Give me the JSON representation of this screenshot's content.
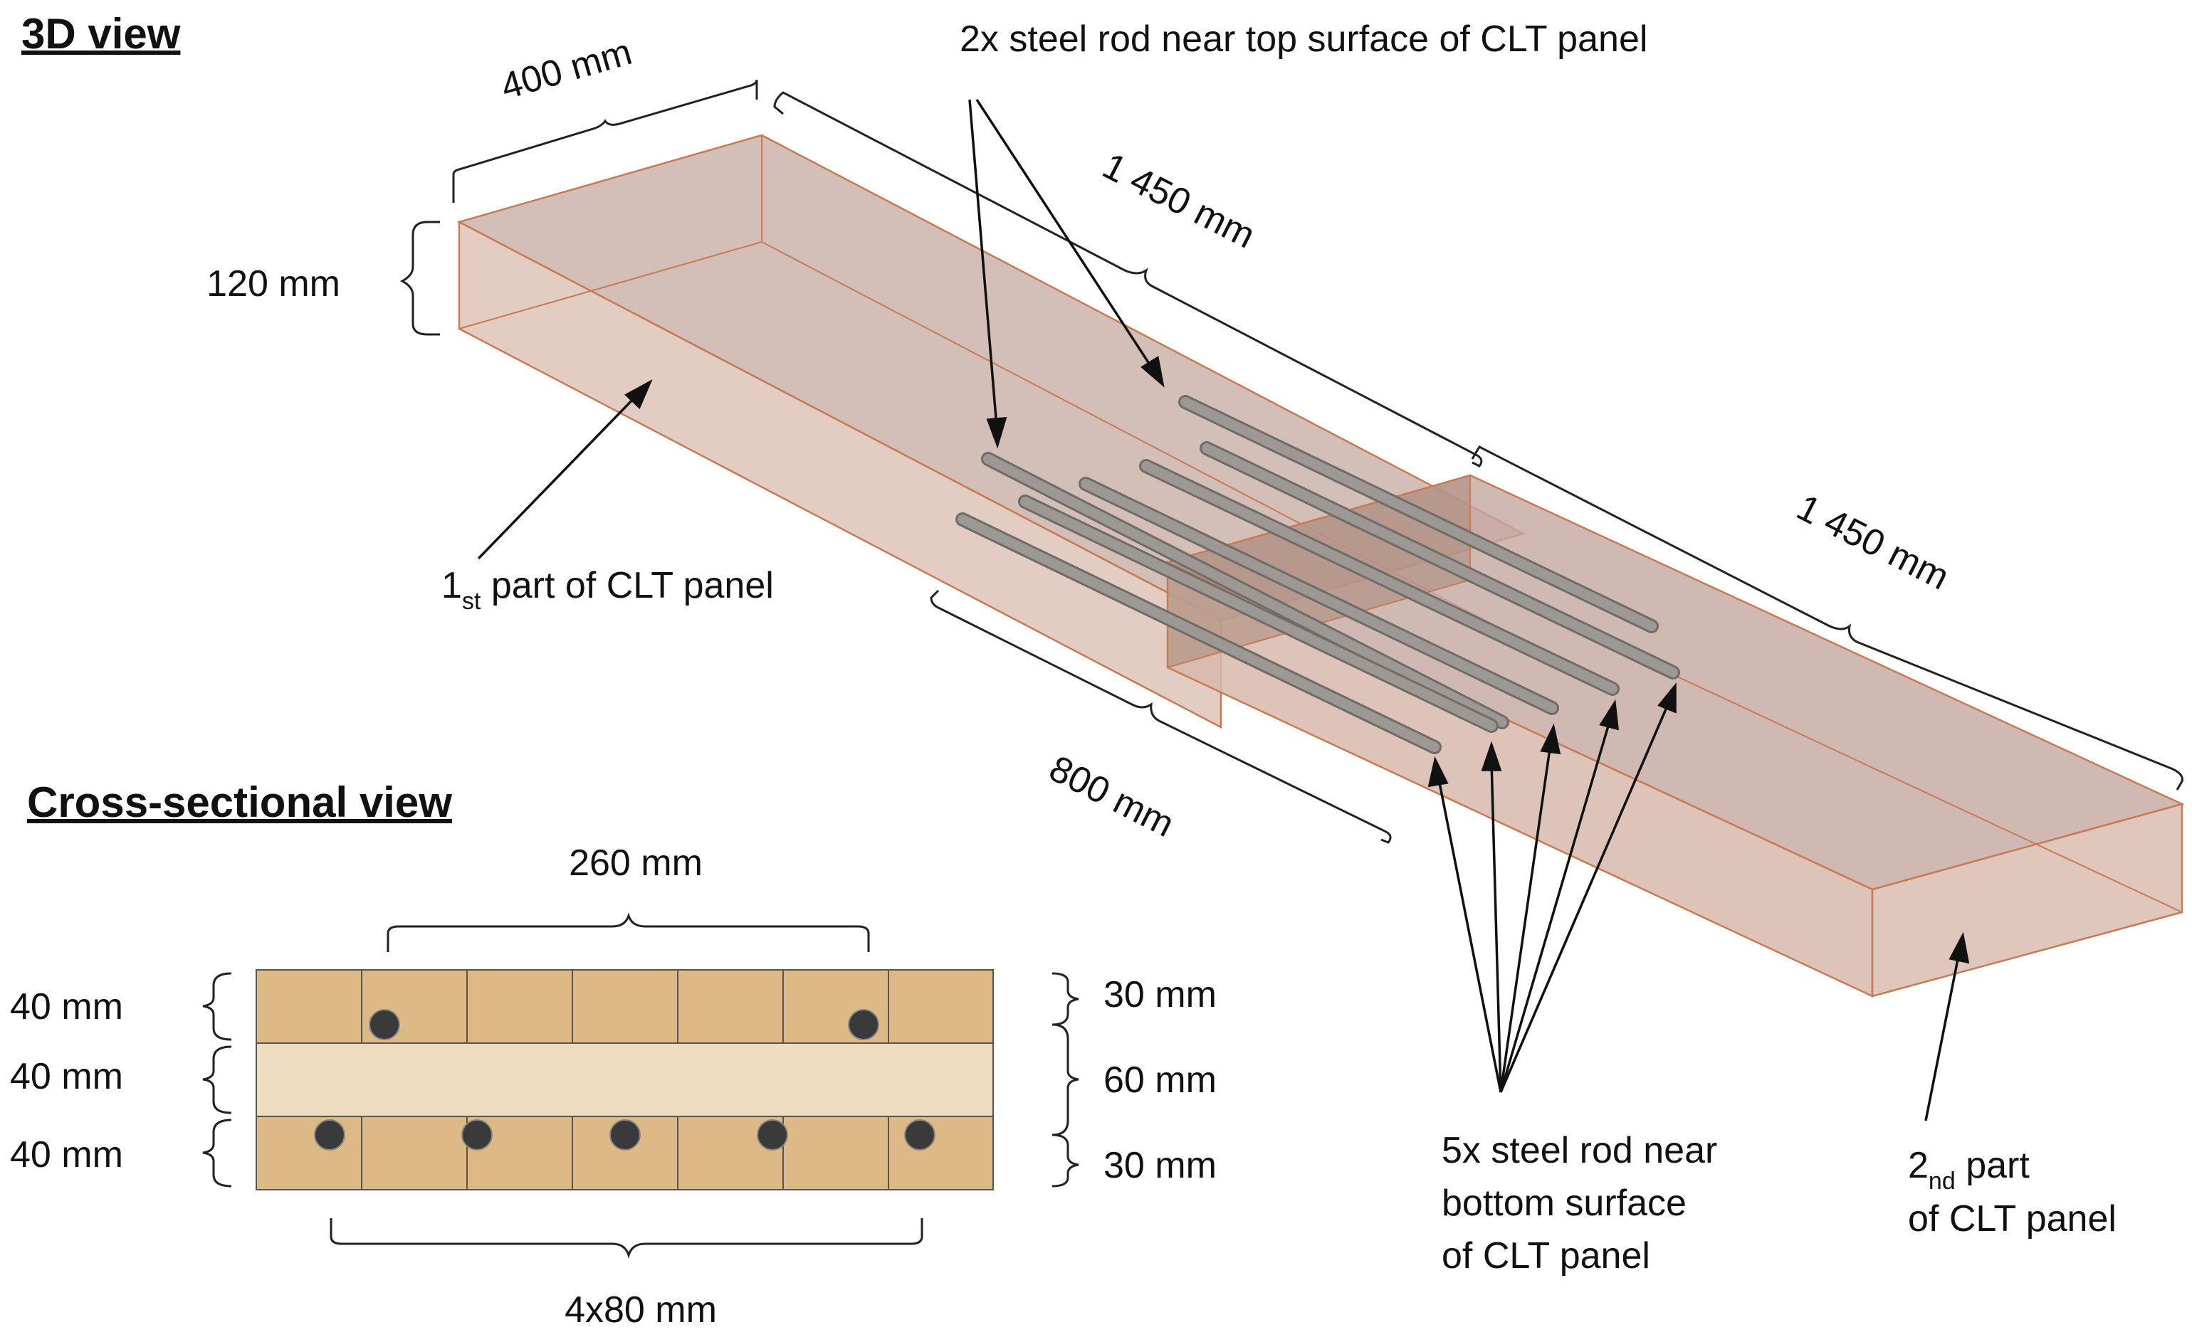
{
  "headings": {
    "view3d": "3D view",
    "cross_section": "Cross-sectional view"
  },
  "dimensions_3d": {
    "width": "400 mm",
    "height": "120 mm",
    "length_first": "1 450 mm",
    "length_second": "1 450 mm",
    "overlap": "800 mm"
  },
  "labels": {
    "top_rods": "2x steel rod near top surface of CLT panel",
    "bottom_rods": [
      "5x steel rod near",
      "bottom surface",
      "of CLT panel"
    ],
    "part1": {
      "num": "1",
      "suffix": "st",
      "text": " part of CLT panel"
    },
    "part2": {
      "num": "2",
      "suffix": "nd",
      "line1": " part",
      "line2": "of CLT panel"
    }
  },
  "dimensions_cross": {
    "top_span": "260 mm",
    "bottom_span": "4x80 mm",
    "left_layers": [
      "40 mm",
      "40 mm",
      "40 mm"
    ],
    "right_offsets": [
      "30 mm",
      "60 mm",
      "30 mm"
    ]
  },
  "colors": {
    "panel_fill": "#c9a99e",
    "panel_edge": "#c77a55",
    "rod_fill": "#8a8580",
    "lamella_outer": "#dcb985",
    "lamella_core": "#eedcc0",
    "rod_section": "#3a3a3a"
  }
}
